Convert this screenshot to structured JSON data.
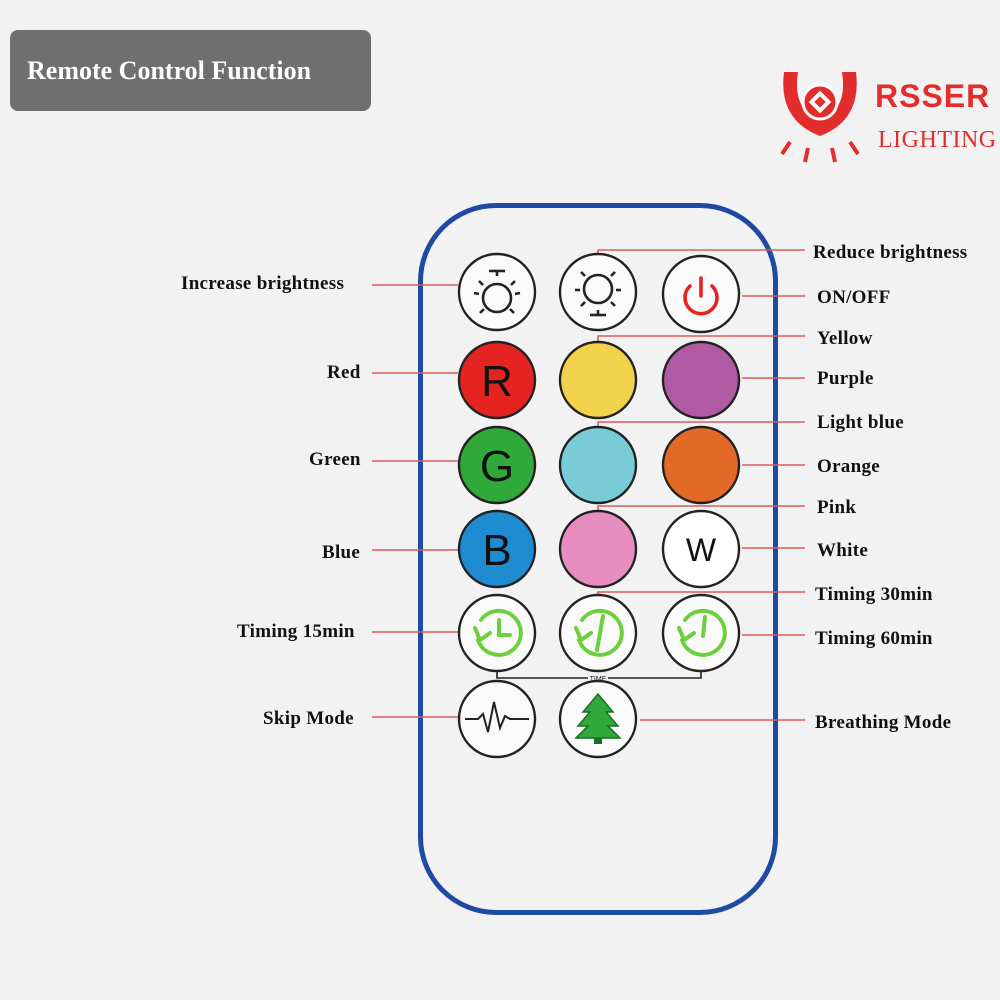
{
  "header": {
    "title": "Remote Control Function"
  },
  "brand": {
    "name": "RSSER",
    "subtitle": "LIGHTING",
    "color": "#e32c2c"
  },
  "remote": {
    "border_color": "#1f4aa3",
    "time_text": "TIME"
  },
  "labels": {
    "increase_brightness": "Increase brightness",
    "reduce_brightness": "Reduce brightness",
    "on_off": "ON/OFF",
    "red": "Red",
    "yellow": "Yellow",
    "purple": "Purple",
    "light_blue": "Light blue",
    "green": "Green",
    "orange": "Orange",
    "pink": "Pink",
    "blue": "Blue",
    "white": "White",
    "timing_30": "Timing 30min",
    "timing_15": "Timing 15min",
    "timing_60": "Timing 60min",
    "skip_mode": "Skip Mode",
    "breathing_mode": "Breathing Mode"
  },
  "buttons": {
    "red_letter": "R",
    "green_letter": "G",
    "blue_letter": "B",
    "white_letter": "W"
  },
  "colors": {
    "red": "#e52421",
    "yellow": "#f3d24b",
    "purple": "#b05aa3",
    "light_blue": "#79cbd6",
    "green": "#2faa3a",
    "orange": "#e26a26",
    "blue": "#1f8bd1",
    "pink": "#e78dc0",
    "white": "#ffffff",
    "timer_green": "#6ccf3d",
    "leader_line": "#e05b5b"
  }
}
